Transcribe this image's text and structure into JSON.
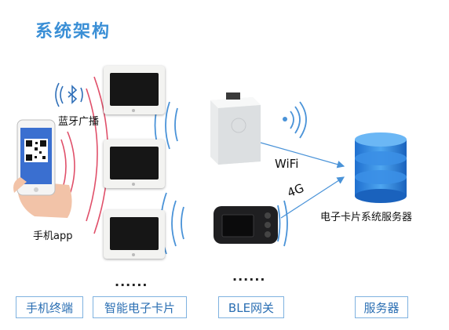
{
  "title": "系统架构",
  "labels": {
    "bluetooth_broadcast": "蓝牙广播",
    "phone_app": "手机app",
    "wifi": "WiFi",
    "g4": "4G",
    "server_system": "电子卡片系统服务器",
    "ellipsis_cards": "......",
    "ellipsis_gateways": "......"
  },
  "categories": [
    {
      "label": "手机终端"
    },
    {
      "label": "智能电子卡片"
    },
    {
      "label": "BLE网关"
    },
    {
      "label": "服务器"
    }
  ],
  "colors": {
    "title": "#3a8fd6",
    "red_arc": "#e0506a",
    "blue_arc": "#4a93d8",
    "box_border": "#7fb2e0",
    "box_text": "#2b6fb3",
    "db_blue": "#2f86e0"
  },
  "icons": [
    "bluetooth-icon",
    "wifi-signal-icon",
    "database-icon",
    "phone-icon",
    "qr-code-icon"
  ]
}
